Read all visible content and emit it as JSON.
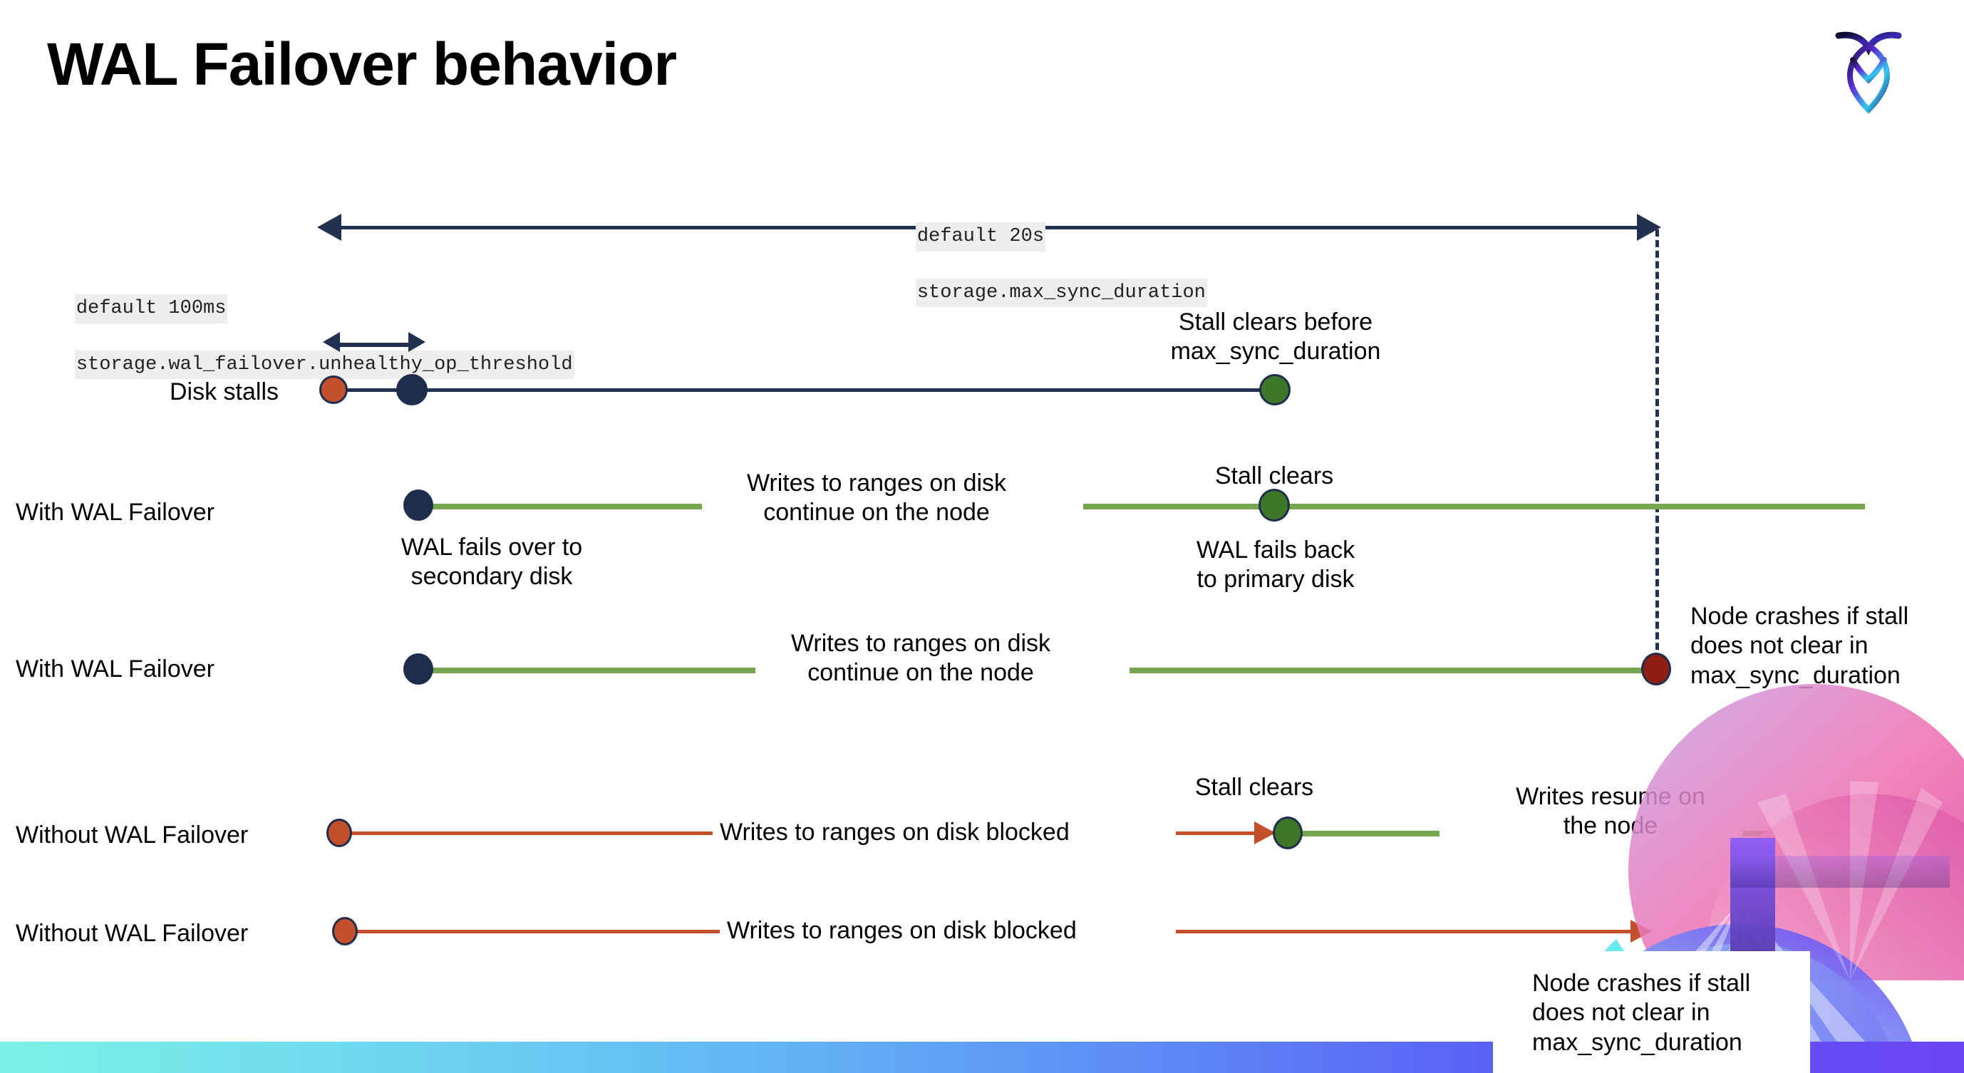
{
  "slide": {
    "title": "WAL Failover behavior",
    "logo_icon": "cockroach-labs-logo-icon"
  },
  "settings": {
    "max_sync": {
      "default_line": "default 20s",
      "setting_line": "storage.max_sync_duration"
    },
    "unhealthy_threshold": {
      "default_line": "default 100ms",
      "setting_line": "storage.wal_failover.unhealthy_op_threshold"
    }
  },
  "rows": [
    {
      "label": "Disk stalls"
    },
    {
      "label": "With WAL Failover"
    },
    {
      "label": "With WAL Failover"
    },
    {
      "label": "Without WAL Failover"
    },
    {
      "label": "Without WAL Failover"
    }
  ],
  "annotations": {
    "stall_clears_before": "Stall clears before\nmax_sync_duration",
    "stall_clears_1": "Stall clears",
    "stall_clears_2": "Stall clears",
    "wal_fails_over": "WAL fails over to\nsecondary disk",
    "wal_fails_back": "WAL fails  back\nto primary disk",
    "writes_continue_1": "Writes to ranges on disk\ncontinue on the node",
    "writes_continue_2": "Writes to ranges on disk\ncontinue on the node",
    "writes_blocked_1": "Writes to ranges on disk  blocked",
    "writes_blocked_2": "Writes to ranges on disk  blocked",
    "writes_resume": "Writes resume on\nthe node",
    "node_crashes_1": "Node crashes if stall\ndoes not clear in\nmax_sync_duration",
    "node_crashes_2": "Node crashes if stall\ndoes not clear in\nmax_sync_duration"
  },
  "colors": {
    "navy": "#22314f",
    "green_line": "#76a44f",
    "green_dot": "#3f7728",
    "red_line": "#c4502b",
    "red_dot": "#c4502b",
    "dark_red_dot": "#8f1d12",
    "chip_bg": "#eeeeee"
  }
}
